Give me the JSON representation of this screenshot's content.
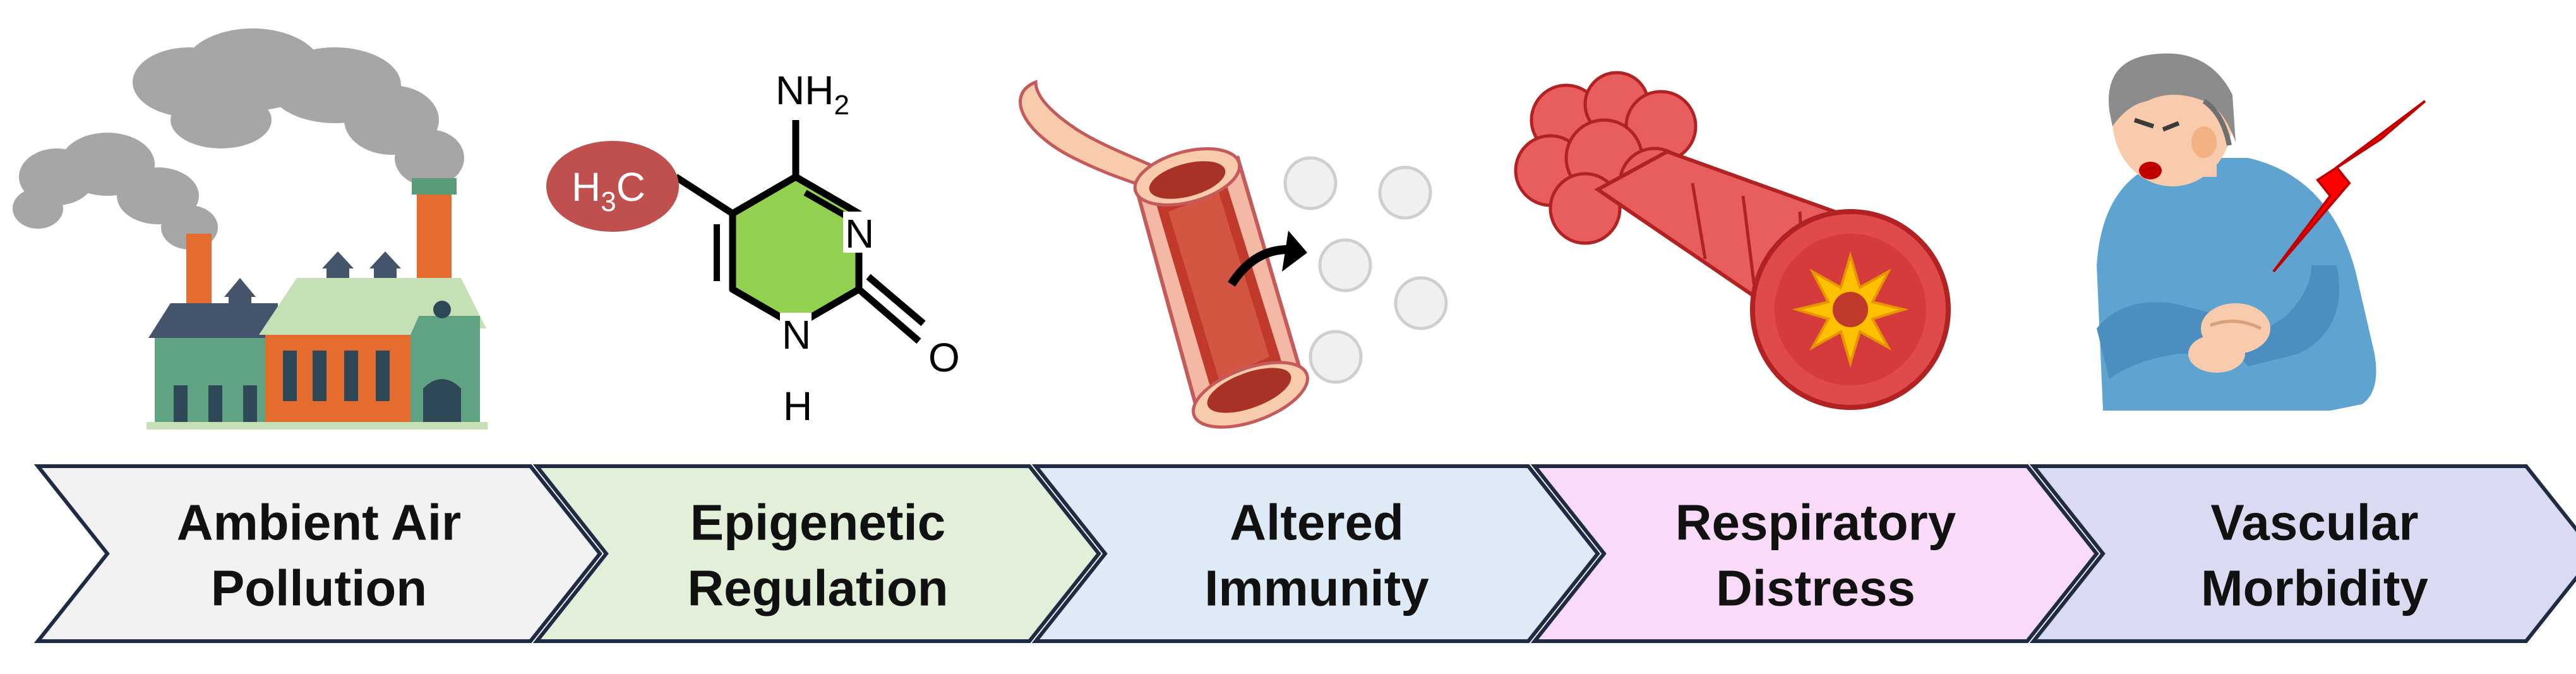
{
  "steps": [
    {
      "line1": "Ambient Air",
      "line2": "Pollution",
      "fill": "#f2f2f2"
    },
    {
      "line1": "Epigenetic",
      "line2": "Regulation",
      "fill": "#e2efd9"
    },
    {
      "line1": "Altered",
      "line2": "Immunity",
      "fill": "#deebf7"
    },
    {
      "line1": "Respiratory",
      "line2": "Distress",
      "fill": "#f9dbf9"
    },
    {
      "line1": "Vascular",
      "line2": "Morbidity",
      "fill": "#dadaf3"
    }
  ],
  "molecule": {
    "methyl_main": "H",
    "methyl_sub": "3",
    "methyl_end": "C",
    "amine_main": "NH",
    "amine_sub": "2",
    "n_ring": "N",
    "nh_ring": "N",
    "h_ring": "H",
    "oxygen": "O"
  },
  "colors": {
    "outline": "#1f2a44",
    "ring_fill": "#92d050",
    "methyl_fill": "#c0504d"
  }
}
